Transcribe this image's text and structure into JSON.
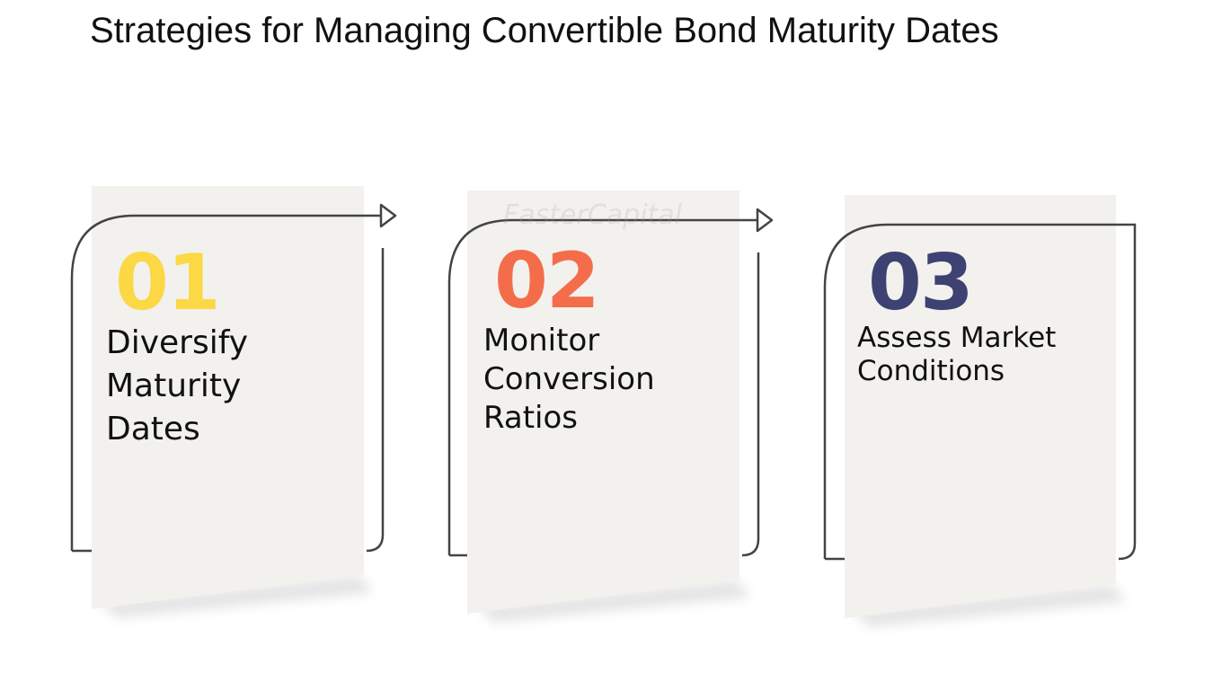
{
  "title": "Strategies for Managing Convertible Bond Maturity Dates",
  "watermark": "FasterCapital",
  "steps": [
    {
      "number": "01",
      "label": "Diversify\nMaturity\nDates",
      "color": "#FBD844"
    },
    {
      "number": "02",
      "label": "Monitor\nConversion\nRatios",
      "color": "#F46D4B"
    },
    {
      "number": "03",
      "label": "Assess Market\nConditions",
      "color": "#3D4273"
    }
  ]
}
